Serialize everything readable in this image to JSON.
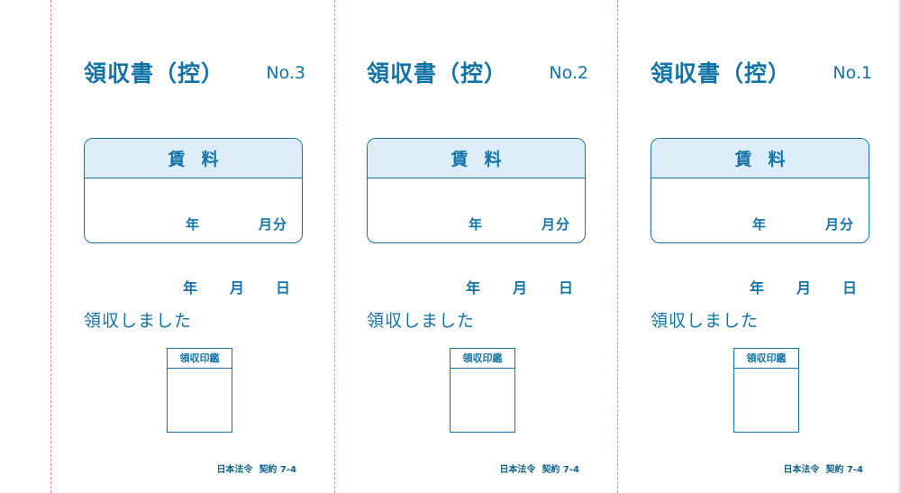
{
  "colors": {
    "ink": "#1273a8",
    "header_fill": "#dcedf7",
    "perforation": "#e8839a"
  },
  "stubs": [
    {
      "title": "領収書（控）",
      "number": "No.3",
      "charge_header": "賃料",
      "charge_year": "年",
      "charge_month": "月分",
      "date_year": "年",
      "date_month": "月",
      "date_day": "日",
      "received": "領収しました",
      "stamp_label": "領収印鑑",
      "footer_brand": "日本法令",
      "footer_code": "契約 7-4"
    },
    {
      "title": "領収書（控）",
      "number": "No.2",
      "charge_header": "賃料",
      "charge_year": "年",
      "charge_month": "月分",
      "date_year": "年",
      "date_month": "月",
      "date_day": "日",
      "received": "領収しました",
      "stamp_label": "領収印鑑",
      "footer_brand": "日本法令",
      "footer_code": "契約 7-4"
    },
    {
      "title": "領収書（控）",
      "number": "No.1",
      "charge_header": "賃料",
      "charge_year": "年",
      "charge_month": "月分",
      "date_year": "年",
      "date_month": "月",
      "date_day": "日",
      "received": "領収しました",
      "stamp_label": "領収印鑑",
      "footer_brand": "日本法令",
      "footer_code": "契約 7-4"
    }
  ]
}
